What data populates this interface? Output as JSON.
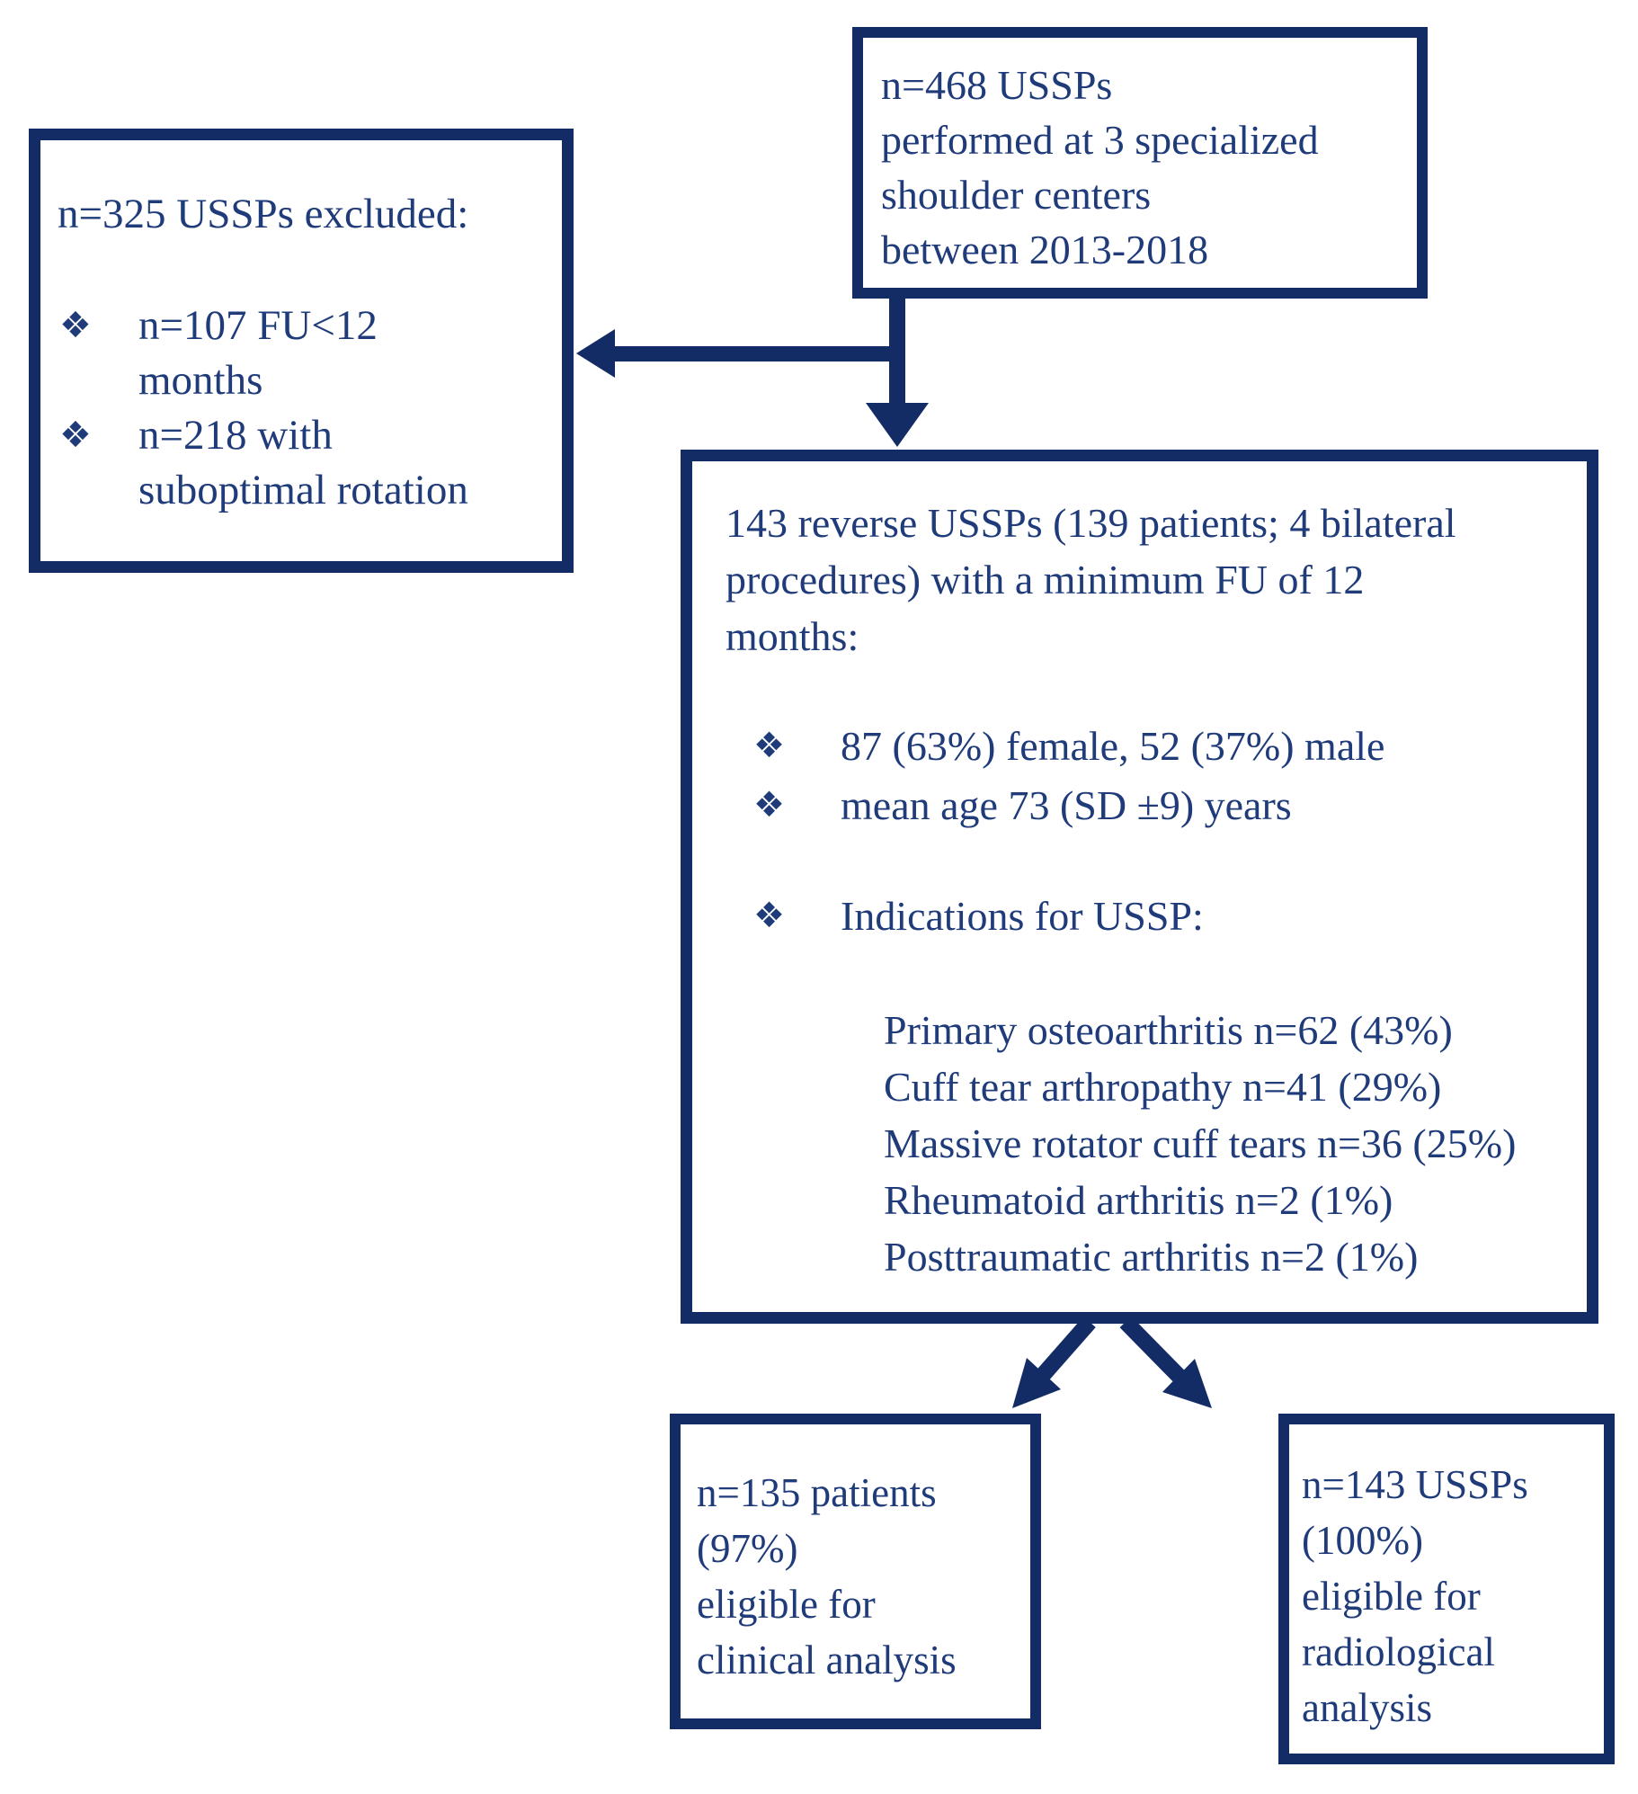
{
  "colors": {
    "line": "#142c66",
    "text": "#1f3b7a",
    "background": "#ffffff"
  },
  "bullet": "❖",
  "source_box": {
    "lines": [
      "n=468 USSPs",
      "performed at 3 specialized",
      "shoulder centers",
      "between 2013-2018"
    ]
  },
  "excluded_box": {
    "title": "n=325 USSPs excluded:",
    "items": [
      {
        "line1": "n=107 FU<12",
        "line2": "months"
      },
      {
        "line1": "n=218 with",
        "line2": "suboptimal rotation"
      }
    ]
  },
  "cohort_box": {
    "intro_lines": [
      "143 reverse USSPs (139 patients; 4 bilateral",
      "procedures) with a minimum FU of 12",
      "months:"
    ],
    "bullets": [
      "87 (63%) female, 52 (37%) male",
      "mean age 73 (SD ±9) years"
    ],
    "indications_label": "Indications for USSP:",
    "indications": [
      "Primary osteoarthritis n=62 (43%)",
      "Cuff tear arthropathy n=41 (29%)",
      "Massive rotator cuff tears n=36 (25%)",
      "Rheumatoid arthritis n=2 (1%)",
      "Posttraumatic arthritis n=2 (1%)"
    ]
  },
  "clinical_box": {
    "lines": [
      "n=135 patients",
      "(97%)",
      "eligible for",
      "clinical analysis"
    ]
  },
  "radiological_box": {
    "lines": [
      "n=143 USSPs",
      "(100%)",
      "eligible for",
      "radiological",
      "analysis"
    ]
  }
}
